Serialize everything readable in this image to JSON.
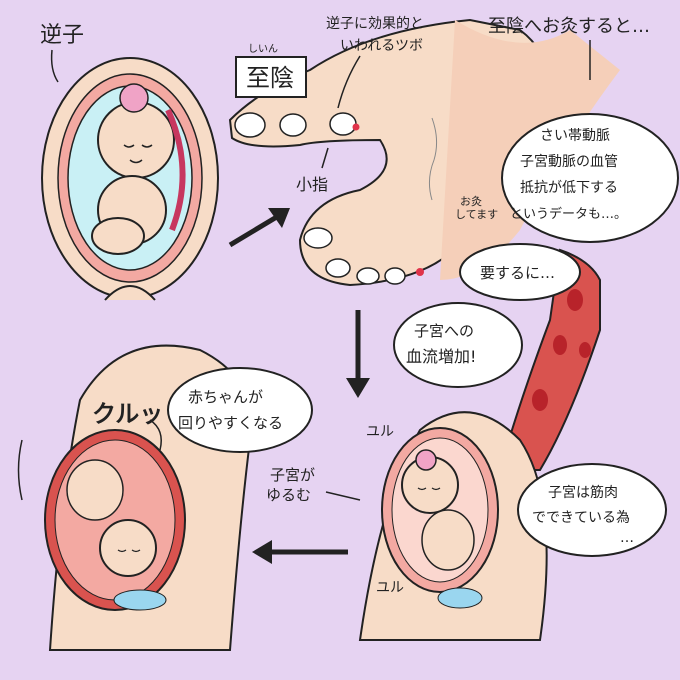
{
  "labels": {
    "breech": "逆子",
    "acupoint_desc_line1": "逆子に効果的と",
    "acupoint_desc_line2": "いわれるツボ",
    "moxa_heading": "至陰へお灸すると…",
    "shiin_name": "至陰",
    "shiin_reading": "しいん",
    "little_toe": "小指",
    "moxa_note_line1": "お灸",
    "moxa_note_line2": "してます",
    "yuru_top": "ユル",
    "yuru_bottom": "ユル",
    "uterus_relax_line1": "子宮が",
    "uterus_relax_line2": "ゆるむ",
    "kururi": "クルッ"
  },
  "bubbles": {
    "data_line1": "さい帯動脈",
    "data_line2": "子宮動脈の血管",
    "data_line3": "抵抗が低下する",
    "data_line4": "というデータも…。",
    "summary": "要するに…",
    "blood_line1": "子宮への",
    "blood_line2": "血流増加!",
    "turn_line1": "赤ちゃんが",
    "turn_line2": "回りやすくなる",
    "muscle_line1": "子宮は筋肉",
    "muscle_line2": "でできている為",
    "muscle_line3": "…"
  },
  "colors": {
    "background": "#e6d3f2",
    "skin": "#f7dcc7",
    "uterus_fill": "#f3a9a2",
    "amniotic": "#c9f0f5",
    "vessel": "#d9534f",
    "ink": "#222222"
  }
}
